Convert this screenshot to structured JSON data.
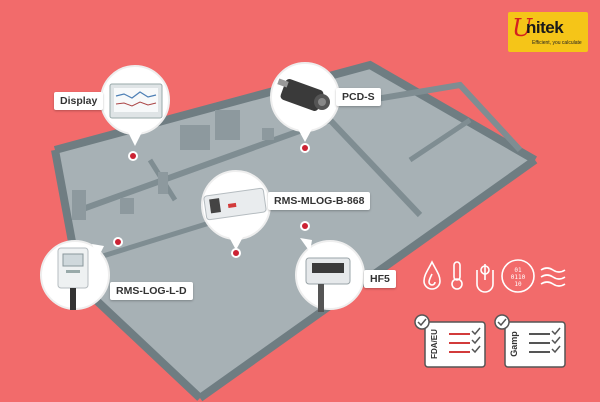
{
  "logo": {
    "text": "nitek",
    "initial": "U",
    "tagline": "Efficient, you calculate"
  },
  "labels": {
    "display": "Display",
    "pcds": "PCD-S",
    "mlog": "RMS-MLOG-B-868",
    "logld": "RMS-LOG-L-D",
    "hf5": "HF5"
  },
  "certs": {
    "fda": "FDA/EU",
    "gamp": "Gamp"
  },
  "icons": {
    "binary": [
      "01",
      "0110",
      "10"
    ]
  },
  "colors": {
    "background": "#f26b6b",
    "floor": "#9aa5a9",
    "wall": "#7c8a8f",
    "logo_bg": "#f5c518",
    "pin": "#cc2233"
  }
}
